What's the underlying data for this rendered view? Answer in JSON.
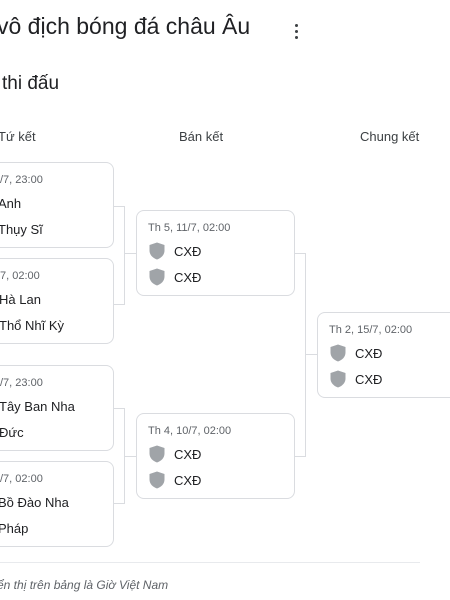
{
  "header": {
    "title": "vô địch bóng đá châu Âu",
    "more_icon": "more-vert-icon",
    "subtitle": "thi đấu"
  },
  "rounds": {
    "quarter": "Tứ kết",
    "semi": "Bán kết",
    "final": "Chung kết"
  },
  "matches": {
    "qf1": {
      "date": "/7, 23:00",
      "team1": "Anh",
      "team2": "Thụy Sĩ"
    },
    "qf2": {
      "date": "7, 02:00",
      "team1": "Hà Lan",
      "team2": "Thổ Nhĩ Kỳ"
    },
    "qf3": {
      "date": "/7, 23:00",
      "team1": "Tây Ban Nha",
      "team2": "Đức"
    },
    "qf4": {
      "date": "/7, 02:00",
      "team1": "Bồ Đào Nha",
      "team2": "Pháp"
    },
    "sf1": {
      "date": "Th 5, 11/7, 02:00",
      "team1": "CXĐ",
      "team2": "CXĐ"
    },
    "sf2": {
      "date": "Th 4, 10/7, 02:00",
      "team1": "CXĐ",
      "team2": "CXĐ"
    },
    "final": {
      "date": "Th 2, 15/7, 02:00",
      "team1": "CXĐ",
      "team2": "CXĐ"
    }
  },
  "placeholder_icon": "shield-icon",
  "colors": {
    "shield": "#a0a4a8",
    "border": "#dadce0",
    "muted_text": "#5f6368"
  },
  "footer": {
    "note": "ển thị trên bảng là Giờ Việt Nam"
  }
}
